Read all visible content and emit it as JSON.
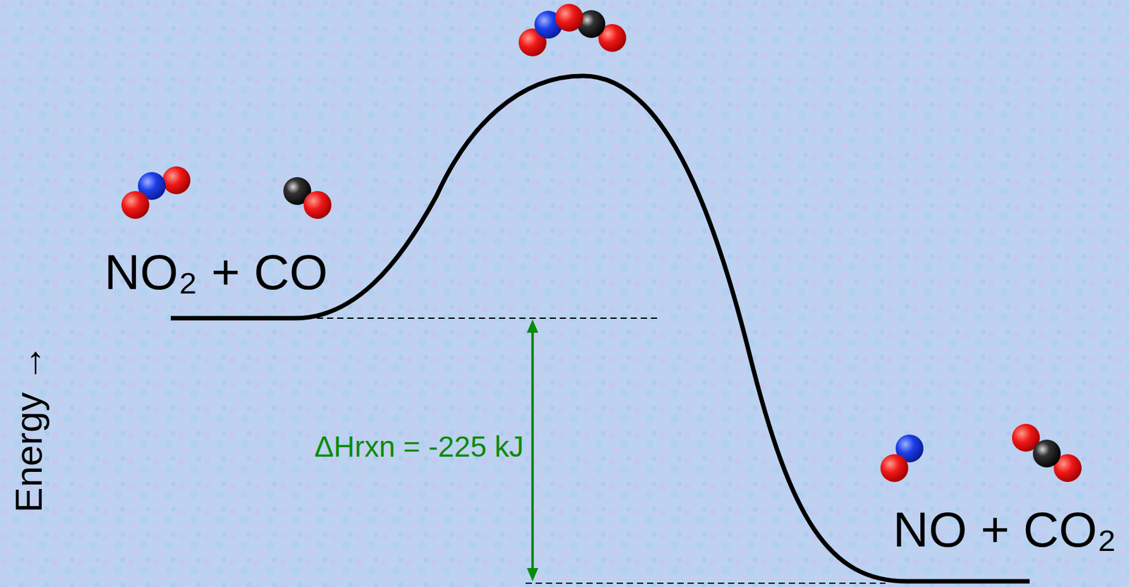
{
  "diagram": {
    "labels": [
      "NO₂ + CO",
      "ΔHrxn = -225 kJ",
      "NO + CO₂",
      "Energy →"
    ]
  }
}
